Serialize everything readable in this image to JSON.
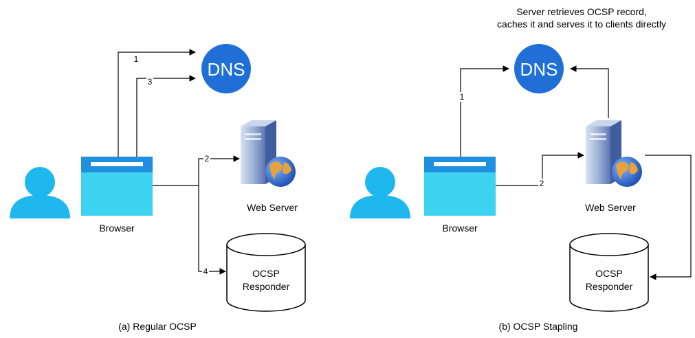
{
  "diagram_a": {
    "caption": "(a) Regular OCSP",
    "dns_label": "DNS",
    "browser_label": "Browser",
    "web_server_label": "Web Server",
    "ocsp_label_line1": "OCSP",
    "ocsp_label_line2": "Responder",
    "step1": "1",
    "step2": "2",
    "step3": "3",
    "step4": "4"
  },
  "diagram_b": {
    "caption": "(b) OCSP Stapling",
    "note_line1": "Server retrieves OCSP record,",
    "note_line2": "caches it and serves it to clients directly",
    "dns_label": "DNS",
    "browser_label": "Browser",
    "web_server_label": "Web Server",
    "ocsp_label_line1": "OCSP",
    "ocsp_label_line2": "Responder",
    "step1": "1",
    "step2": "2"
  },
  "colors": {
    "dns_fill": "#1f6fd6",
    "browser_fill": "#3dd3f0",
    "browser_bar": "#1f8fe0",
    "user_fill": "#1fb8ee"
  },
  "icons": {
    "user": "user-icon",
    "browser": "browser-window-icon",
    "dns": "dns-icon",
    "server": "web-server-icon",
    "database": "database-cylinder-icon"
  }
}
